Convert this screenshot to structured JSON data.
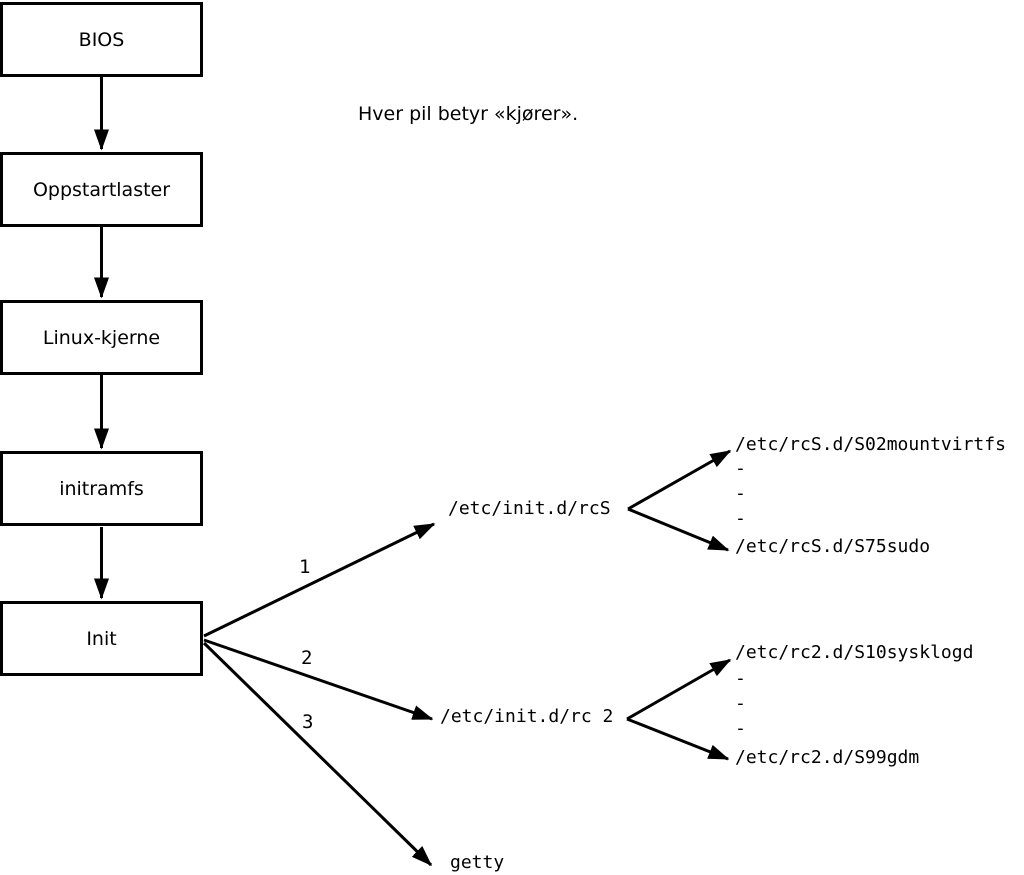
{
  "note": "Hver pil betyr «kjører».",
  "boxes": [
    {
      "label": "BIOS"
    },
    {
      "label": "Oppstartlaster"
    },
    {
      "label": "Linux-kjerne"
    },
    {
      "label": "initramfs"
    },
    {
      "label": "Init"
    }
  ],
  "init_branches": [
    {
      "number": "1",
      "target": "/etc/init.d/rcS"
    },
    {
      "number": "2",
      "target": "/etc/init.d/rc 2"
    },
    {
      "number": "3",
      "target": "getty"
    }
  ],
  "rcS_entries": {
    "first": "/etc/rcS.d/S02mountvirtfs",
    "last": "/etc/rcS.d/S75sudo"
  },
  "rc2_entries": {
    "first": "/etc/rc2.d/S10sysklogd",
    "last": "/etc/rc2.d/S99gdm"
  },
  "ellipsis_dash": "-",
  "colors": {
    "line": "#000000",
    "text": "#000000",
    "background": "#ffffff"
  }
}
